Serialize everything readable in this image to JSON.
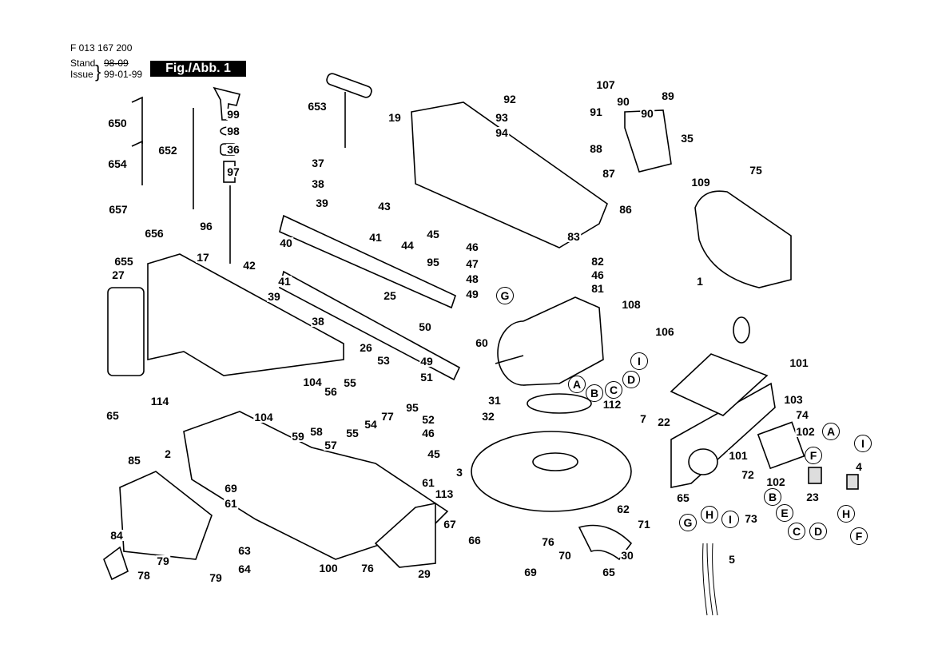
{
  "header": {
    "part_number": "F 013 167 200",
    "stand_label": "Stand",
    "stand_value": "98-09",
    "issue_label": "Issue",
    "issue_value": "99-01-99",
    "figure_label": "Fig./Abb. 1"
  },
  "part_labels": [
    "650",
    "654",
    "652",
    "99",
    "98",
    "36",
    "97",
    "96",
    "657",
    "656",
    "655",
    "37",
    "38",
    "39",
    "40",
    "42",
    "41",
    "41",
    "39",
    "38",
    "17",
    "27",
    "25",
    "26",
    "653",
    "19",
    "43",
    "44",
    "45",
    "46",
    "47",
    "48",
    "49",
    "95",
    "92",
    "93",
    "94",
    "107",
    "91",
    "90",
    "89",
    "90",
    "35",
    "88",
    "87",
    "86",
    "83",
    "82",
    "46",
    "81",
    "109",
    "75",
    "1",
    "108",
    "106",
    "101",
    "112",
    "7",
    "22",
    "103",
    "74",
    "102",
    "4",
    "102",
    "23",
    "101",
    "72",
    "73",
    "65",
    "5",
    "50",
    "60",
    "53",
    "49",
    "51",
    "95",
    "52",
    "46",
    "45",
    "77",
    "54",
    "55",
    "56",
    "55",
    "57",
    "58",
    "59",
    "32",
    "31",
    "104",
    "104",
    "114",
    "3",
    "2",
    "65",
    "85",
    "69",
    "61",
    "84",
    "79",
    "78",
    "79",
    "63",
    "64",
    "100",
    "76",
    "61",
    "113",
    "67",
    "66",
    "29",
    "62",
    "71",
    "30",
    "76",
    "70",
    "69",
    "65"
  ],
  "wire_markers": [
    "G",
    "A",
    "B",
    "C",
    "D",
    "I",
    "A",
    "F",
    "I",
    "B",
    "E",
    "C",
    "D",
    "H",
    "F",
    "G",
    "H",
    "I"
  ]
}
